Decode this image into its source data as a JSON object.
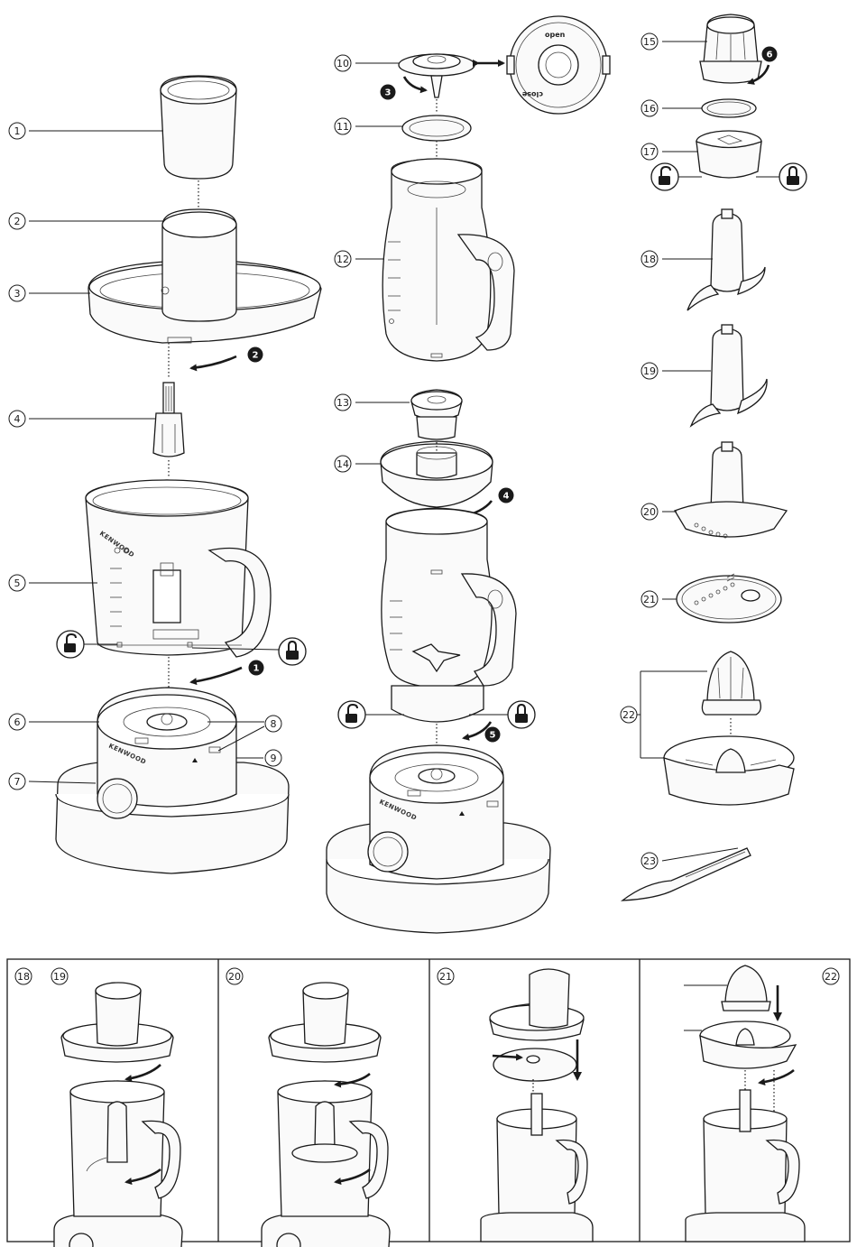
{
  "diagram": {
    "brand": "KENWOOD",
    "lid_ring": {
      "open_label": "open",
      "close_label": "close"
    },
    "part_numbers": [
      "1",
      "2",
      "3",
      "4",
      "5",
      "6",
      "7",
      "8",
      "9",
      "10",
      "11",
      "12",
      "13",
      "14",
      "15",
      "16",
      "17",
      "18",
      "19",
      "20",
      "21",
      "22",
      "23"
    ],
    "step_numbers": [
      "1",
      "2",
      "3",
      "4",
      "5",
      "6"
    ],
    "panels": [
      {
        "labels": [
          "18",
          "19"
        ]
      },
      {
        "labels": [
          "20"
        ]
      },
      {
        "labels": [
          "21"
        ]
      },
      {
        "labels": [
          "22"
        ]
      }
    ],
    "icons": [
      "unlock-icon",
      "lock-icon"
    ]
  }
}
